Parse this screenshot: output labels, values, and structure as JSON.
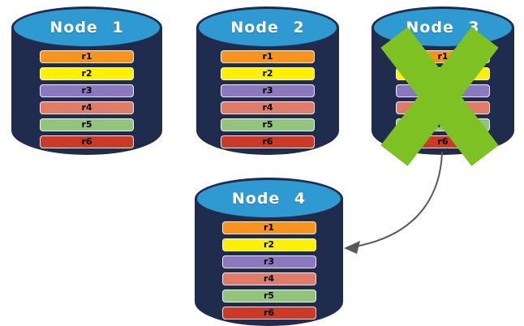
{
  "diagram": {
    "type": "database-node-replication",
    "background": "#ffffff"
  },
  "colors": {
    "cylinder_body": "#1f2c4e",
    "cylinder_top": "#2f9ad2",
    "node_title_text": "#ffffff",
    "row_text": "#000000",
    "x_mark": "#7dc122",
    "arrow": "#595959"
  },
  "nodes": [
    {
      "label": "Node 1",
      "failed": false,
      "rows": [
        {
          "label": "r1",
          "color": "#f7941e"
        },
        {
          "label": "r2",
          "color": "#fdf000"
        },
        {
          "label": "r3",
          "color": "#8a79be"
        },
        {
          "label": "r4",
          "color": "#de7c69"
        },
        {
          "label": "r5",
          "color": "#92c47e"
        },
        {
          "label": "r6",
          "color": "#ca3a27"
        }
      ]
    },
    {
      "label": "Node 2",
      "failed": false,
      "rows": [
        {
          "label": "r1",
          "color": "#f7941e"
        },
        {
          "label": "r2",
          "color": "#fdf000"
        },
        {
          "label": "r3",
          "color": "#8a79be"
        },
        {
          "label": "r4",
          "color": "#de7c69"
        },
        {
          "label": "r5",
          "color": "#92c47e"
        },
        {
          "label": "r6",
          "color": "#ca3a27"
        }
      ]
    },
    {
      "label": "Node 3",
      "failed": true,
      "rows": [
        {
          "label": "r1",
          "color": "#f7941e"
        },
        {
          "label": "r2",
          "color": "#fdf000"
        },
        {
          "label": "r3",
          "color": "#8a79be"
        },
        {
          "label": "r4",
          "color": "#de7c69"
        },
        {
          "label": "r5",
          "color": "#92c47e"
        },
        {
          "label": "r6",
          "color": "#ca3a27"
        }
      ]
    },
    {
      "label": "Node 4",
      "failed": false,
      "rows": [
        {
          "label": "r1",
          "color": "#f7941e"
        },
        {
          "label": "r2",
          "color": "#fdf000"
        },
        {
          "label": "r3",
          "color": "#8a79be"
        },
        {
          "label": "r4",
          "color": "#de7c69"
        },
        {
          "label": "r5",
          "color": "#92c47e"
        },
        {
          "label": "r6",
          "color": "#ca3a27"
        }
      ]
    }
  ],
  "annotations": {
    "x_mark_on": "Node 3",
    "arrow_from": "Node 3",
    "arrow_to": "Node 4"
  }
}
